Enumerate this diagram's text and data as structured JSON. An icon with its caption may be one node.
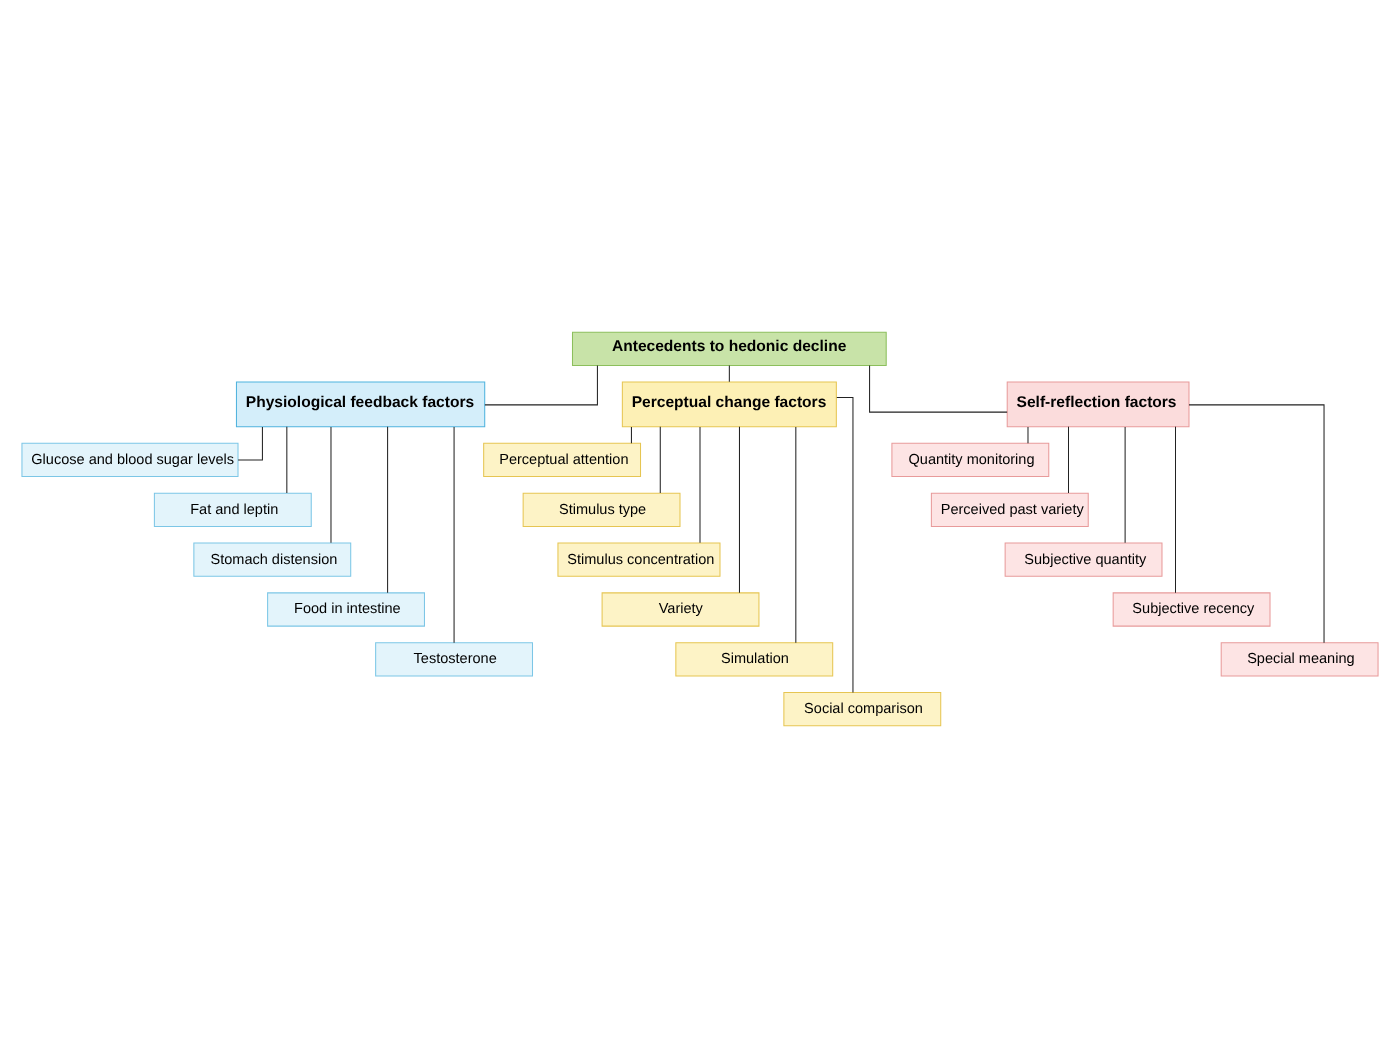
{
  "diagram": {
    "nodes": [
      {
        "text": [
          "Antecedents to hedonic decline"
        ]
      },
      {
        "text": [
          "Physiological feedback factors"
        ]
      },
      {
        "text": [
          "Glucose and blood sugar levels"
        ]
      },
      {
        "text": [
          "Fat and leptin"
        ]
      },
      {
        "text": [
          "Stomach distension"
        ]
      },
      {
        "text": [
          "Food in intestine"
        ]
      },
      {
        "text": [
          "Testosterone"
        ]
      },
      {
        "text": [
          "Perceptual change factors"
        ]
      },
      {
        "text": [
          "Perceptual attention"
        ]
      },
      {
        "text": [
          "Stimulus type"
        ]
      },
      {
        "text": [
          "Stimulus concentration"
        ]
      },
      {
        "text": [
          "Variety"
        ]
      },
      {
        "text": [
          "Simulation"
        ]
      },
      {
        "text": [
          "Social comparison"
        ]
      },
      {
        "text": [
          "Self-reflection factors"
        ]
      },
      {
        "text": [
          "Quantity monitoring"
        ]
      },
      {
        "text": [
          "Perceived past variety"
        ]
      },
      {
        "text": [
          "Subjective quantity"
        ]
      },
      {
        "text": [
          "Subjective recency"
        ]
      },
      {
        "text": [
          "Special meaning"
        ]
      }
    ],
    "edges": [
      {
        "from": 0,
        "to": 1,
        "arrow": "none"
      },
      {
        "from": 1,
        "to": 2,
        "arrow": "none"
      },
      {
        "from": 1,
        "to": 3,
        "arrow": "none"
      },
      {
        "from": 1,
        "to": 4,
        "arrow": "none"
      },
      {
        "from": 1,
        "to": 5,
        "arrow": "none"
      },
      {
        "from": 1,
        "to": 6,
        "arrow": "none"
      },
      {
        "from": 0,
        "to": 7,
        "arrow": "none"
      },
      {
        "from": 7,
        "to": 8,
        "arrow": "none"
      },
      {
        "from": 7,
        "to": 9,
        "arrow": "none"
      },
      {
        "from": 7,
        "to": 10,
        "arrow": "none"
      },
      {
        "from": 7,
        "to": 11,
        "arrow": "none"
      },
      {
        "from": 7,
        "to": 12,
        "arrow": "none"
      },
      {
        "from": 7,
        "to": 13,
        "arrow": "none"
      },
      {
        "from": 0,
        "to": 14,
        "arrow": "none"
      },
      {
        "from": 14,
        "to": 15,
        "arrow": "none"
      },
      {
        "from": 14,
        "to": 16,
        "arrow": "none"
      },
      {
        "from": 14,
        "to": 17,
        "arrow": "none"
      },
      {
        "from": 14,
        "to": 18,
        "arrow": "none"
      },
      {
        "from": 14,
        "to": 19,
        "arrow": "none"
      }
    ]
  }
}
